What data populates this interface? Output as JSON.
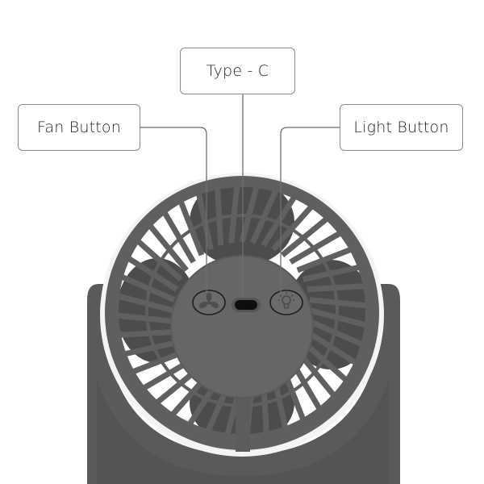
{
  "diagram": {
    "subject": "Desk fan rear control panel",
    "labels": {
      "type_c": "Type - C",
      "fan_button": "Fan Button",
      "light_button": "Light Button"
    },
    "icons": {
      "fan_button_icon": "fan-icon",
      "light_button_icon": "lightbulb-icon",
      "port_icon": "usb-c-port-icon"
    },
    "colors": {
      "body": "#5a5a5a",
      "body_dark": "#474747",
      "grille": "#606060",
      "blade": "#4c4c4c",
      "hub": "#636363",
      "leader_line": "#6e6e6e",
      "label_border": "#8a8a8a"
    }
  }
}
